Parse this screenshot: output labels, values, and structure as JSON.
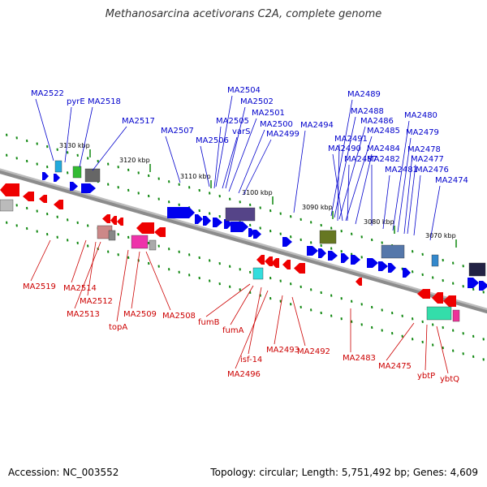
{
  "title": "Methanosarcina acetivorans C2A, complete genome",
  "footer": {
    "accession": "Accession: NC_003552",
    "topology": "Topology: circular; Length: 5,751,492 bp; Genes: 4,609"
  },
  "colors": {
    "forward_label": "#0000cc",
    "reverse_label": "#cc0000",
    "forward_feature": "#0000ee",
    "reverse_feature": "#ee0000",
    "backbone": "#8c8c8c",
    "tick": "#118811",
    "scale_text": "#000000"
  },
  "scale_labels": [
    "3130 kbp",
    "3120 kbp",
    "3110 kbp",
    "3100 kbp",
    "3090 kbp",
    "3080 kbp",
    "3070 kbp"
  ],
  "forward_labels": [
    "MA2522",
    "pyrE",
    "MA2518",
    "MA2517",
    "MA2507",
    "MA2506",
    "MA2505",
    "varS",
    "MA2504",
    "MA2502",
    "MA2501",
    "MA2500",
    "MA2499",
    "MA2494",
    "MA2489",
    "MA2488",
    "MA2486",
    "MA2485",
    "MA2491",
    "MA2490",
    "MA2487",
    "MA2484",
    "MA2482",
    "MA2481",
    "MA2480",
    "MA2479",
    "MA2478",
    "MA2477",
    "MA2476",
    "MA2474"
  ],
  "reverse_labels": [
    "MA2519",
    "MA2514",
    "MA2512",
    "MA2513",
    "topA",
    "MA2509",
    "MA2508",
    "fumB",
    "fumA",
    "isf-14",
    "MA2496",
    "MA2493",
    "MA2492",
    "MA2483",
    "MA2475",
    "ybtP",
    "ybtQ"
  ]
}
